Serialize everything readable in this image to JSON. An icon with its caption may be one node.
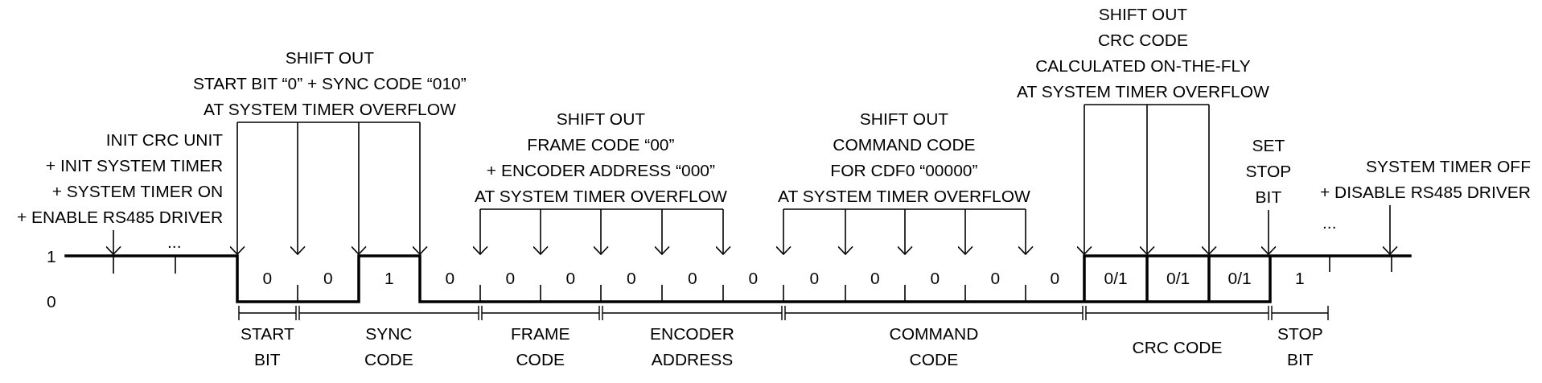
{
  "diagram": {
    "nodes": [
      {
        "text": [
          "INIT CRC UNIT + INIT SYSTEM TIMER + SYSTEM TIMER ON + ENABLE RS485 DRIVER"
        ]
      },
      {
        "text": [
          "SHIFT OUT START BIT “0” + SYNC CODE “010” AT SYSTEM TIMER OVERFLOW"
        ]
      },
      {
        "text": [
          "SHIFT OUT FRAME CODE “00” + ENCODER ADDRESS “000” AT SYSTEM TIMER OVERFLOW"
        ]
      },
      {
        "text": [
          "SHIFT OUT COMMAND CODE FOR CDF0 “00000” AT SYSTEM TIMER OVERFLOW"
        ]
      },
      {
        "text": [
          "SHIFT OUT CRC CODE CALCULATED ON-THE-FLY AT SYSTEM TIMER OVERFLOW"
        ]
      },
      {
        "text": [
          "SET STOP BIT"
        ]
      },
      {
        "text": [
          "SYSTEM TIMER OFF + DISABLE RS485 DRIVER"
        ]
      },
      {
        "text": [],
        "shape": "line"
      }
    ],
    "edges": [
      {
        "from": 0,
        "to": 7,
        "arrow": "to"
      },
      {
        "from": 1,
        "to": 7,
        "arrow": "to"
      },
      {
        "from": 1,
        "to": 7,
        "arrow": "to"
      },
      {
        "from": 1,
        "to": 7,
        "arrow": "to"
      },
      {
        "from": 1,
        "to": 7,
        "arrow": "to"
      },
      {
        "from": 2,
        "to": 7,
        "arrow": "to"
      },
      {
        "from": 2,
        "to": 7,
        "arrow": "to"
      },
      {
        "from": 2,
        "to": 7,
        "arrow": "to"
      },
      {
        "from": 2,
        "to": 7,
        "arrow": "to"
      },
      {
        "from": 2,
        "to": 7,
        "arrow": "to"
      },
      {
        "from": 3,
        "to": 7,
        "arrow": "to"
      },
      {
        "from": 3,
        "to": 7,
        "arrow": "to"
      },
      {
        "from": 3,
        "to": 7,
        "arrow": "to"
      },
      {
        "from": 3,
        "to": 7,
        "arrow": "to"
      },
      {
        "from": 3,
        "to": 7,
        "arrow": "to"
      },
      {
        "from": 4,
        "to": 7,
        "arrow": "to"
      },
      {
        "from": 4,
        "to": 7,
        "arrow": "to"
      },
      {
        "from": 4,
        "to": 7,
        "arrow": "to"
      },
      {
        "from": 5,
        "to": 7,
        "arrow": "to"
      },
      {
        "from": 6,
        "to": 7,
        "arrow": "to"
      }
    ],
    "labels": [
      "1",
      "0",
      "...",
      "0",
      "0",
      "1",
      "0",
      "0",
      "0",
      "0",
      "0",
      "0",
      "0",
      "0",
      "0",
      "0",
      "0",
      "0/1",
      "0/1",
      "0/1",
      "1",
      "...",
      "START BIT",
      "SYNC CODE",
      "FRAME CODE",
      "ENCODER ADDRESS",
      "COMMAND CODE",
      "CRC CODE",
      "STOP BIT"
    ]
  }
}
